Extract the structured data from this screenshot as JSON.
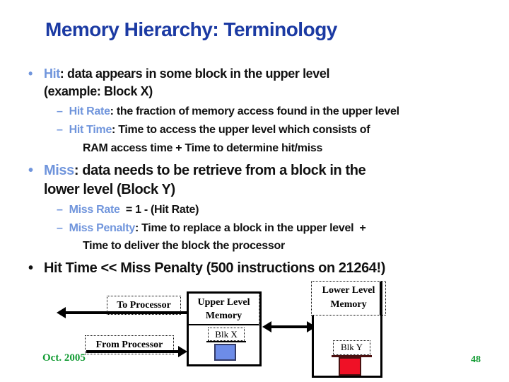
{
  "title": "Memory Hierarchy: Terminology",
  "colors": {
    "title_blue": "#1b3aa3",
    "keyword_blue": "#7095dc",
    "footer_green": "#129b33",
    "blk_x_blue": "#6d8ce8",
    "blk_y_red": "#ef1126"
  },
  "bullet1": {
    "glyph": "•",
    "term": "Hit",
    "rest": ": data appears in some block in the upper level",
    "line2": "(example: Block X)"
  },
  "sub1": {
    "dash": "–",
    "term": "Hit Rate",
    "rest": ": the fraction of memory access found in the upper level"
  },
  "sub2": {
    "dash": "–",
    "term": "Hit Time",
    "rest": ": Time to access the upper level which consists of"
  },
  "sub2cont": "RAM access time + Time to determine hit/miss",
  "bullet2": {
    "glyph": "•",
    "term": "Miss",
    "rest": ": data needs to be retrieve from a block in the",
    "line2": "lower level (Block Y)"
  },
  "sub3": {
    "dash": "–",
    "term": "Miss Rate",
    "rest": "  = 1 - (Hit Rate)"
  },
  "sub4": {
    "dash": "–",
    "term": "Miss Penalty",
    "rest": ": Time to replace a block in the upper level  +"
  },
  "sub4cont": "Time to deliver the block the processor",
  "bullet3": {
    "glyph": "•",
    "text": "Hit Time << Miss Penalty (500 instructions on 21264!)"
  },
  "diagram": {
    "to_processor": "To Processor",
    "from_processor": "From Processor",
    "upper_line1": "Upper Level",
    "upper_line2": "Memory",
    "lower_line1": "Lower Level",
    "lower_line2": "Memory",
    "blk_x": "Blk X",
    "blk_y": "Blk Y"
  },
  "footer": {
    "date": "Oct. 2005",
    "page": "48"
  }
}
